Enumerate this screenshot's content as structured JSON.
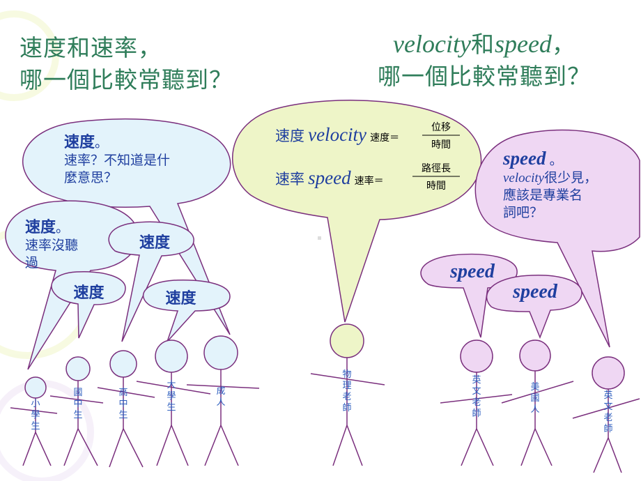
{
  "titles": {
    "left_line1": "速度和速率，",
    "left_line2": "哪一個比較常聽到？",
    "right_line1_en1": "velocity",
    "right_line1_mid": "和",
    "right_line1_en2": "speed",
    "right_line1_end": "，",
    "right_line2": "哪一個比較常聽到？"
  },
  "bubbles": {
    "adult_big": {
      "strong": "速度",
      "strong_suffix": "。",
      "line1": "速率？不知道是什",
      "line2": "麼意思？"
    },
    "elementary": {
      "strong": "速度",
      "strong_suffix": "。",
      "line1": "速率沒聽",
      "line2": "過"
    },
    "highschool": {
      "word": "速度"
    },
    "junior": {
      "word": "速度"
    },
    "university": {
      "word": "速度"
    },
    "physics_teacher": {
      "row1_label": "速度",
      "row1_en": "velocity",
      "row1_eq": "速度＝",
      "row1_num": "位移",
      "row1_den": "時間",
      "row2_label": "速率",
      "row2_en": "speed",
      "row2_eq": "速率＝",
      "row2_num": "路徑長",
      "row2_den": "時間"
    },
    "english_teacher_right": {
      "strong_en": "speed",
      "strong_suffix": "。",
      "line1_en": "velocity",
      "line1_rest": "很少見，",
      "line2": "應該是專業名",
      "line3": "詞吧？"
    },
    "english_teacher_left": {
      "word": "speed"
    },
    "american": {
      "word": "speed"
    }
  },
  "people": {
    "elementary": "小學生",
    "junior": "國中生",
    "highschool": "高中生",
    "university": "大學生",
    "adult": "成人",
    "physics_teacher": "物理老師",
    "english_teacher_1": "英文老師",
    "american": "美國人",
    "english_teacher_2": "英文老師"
  },
  "colors": {
    "title": "#2f7d5a",
    "student_bubble_fill": "#e3f3fb",
    "physics_bubble_fill": "#eef5c8",
    "english_bubble_fill": "#efd7f3",
    "outline": "#7a2f7d",
    "text_blue": "#1f3f9f"
  }
}
